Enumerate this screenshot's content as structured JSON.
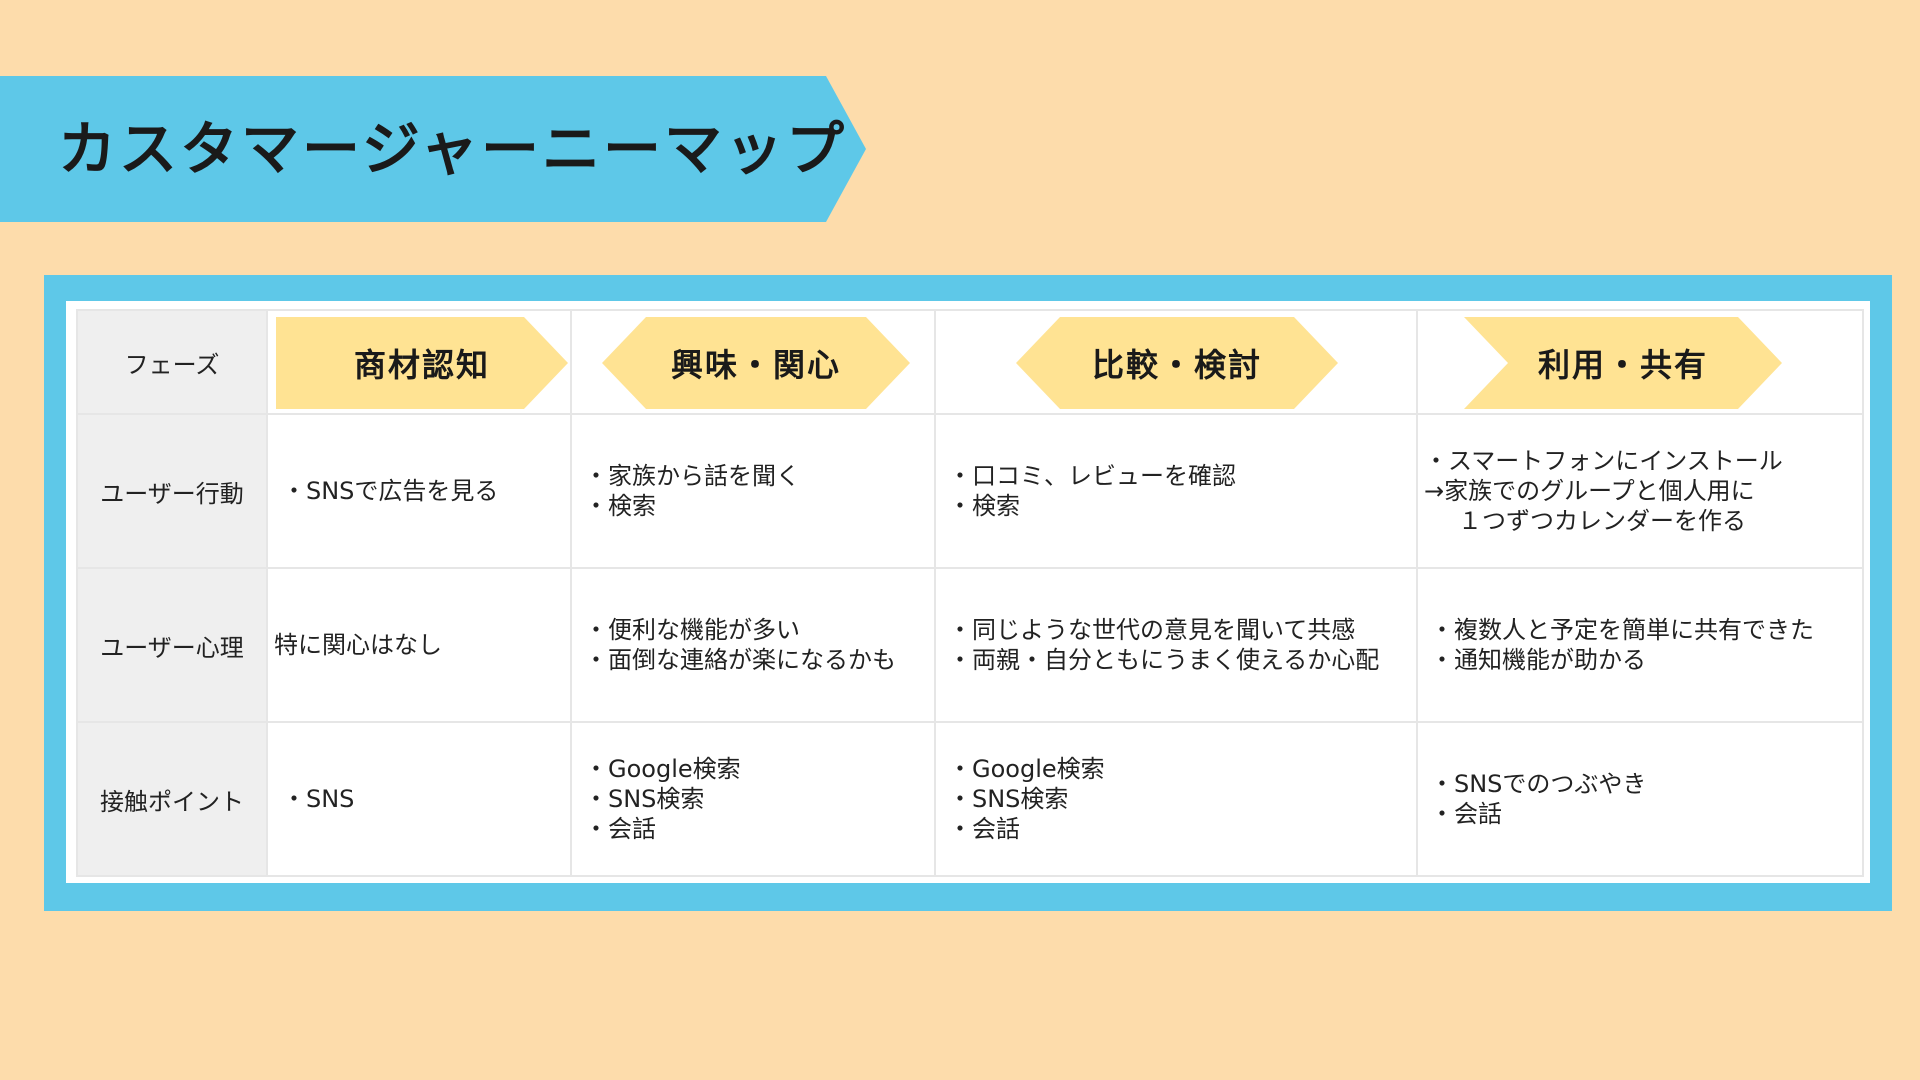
{
  "title": "カスタマージャーニーマップ",
  "phase_label": "フェーズ",
  "phases": [
    "商材認知",
    "興味・関心",
    "比較・検討",
    "利用・共有"
  ],
  "rows": [
    {
      "label": "ユーザー行動",
      "cells": [
        [
          "・SNSで広告を見る"
        ],
        [
          "・家族から話を聞く",
          "・検索"
        ],
        [
          "・口コミ、レビューを確認",
          "・検索"
        ],
        [
          "・スマートフォンにインストール",
          "→家族でのグループと個人用に",
          "１つずつカレンダーを作る"
        ]
      ]
    },
    {
      "label": "ユーザー心理",
      "cells": [
        [
          "特に関心はなし"
        ],
        [
          "・便利な機能が多い",
          "・面倒な連絡が楽になるかも"
        ],
        [
          "・同じような世代の意見を聞いて共感",
          "・両親・自分ともにうまく使えるか心配"
        ],
        [
          "・複数人と予定を簡単に共有できた",
          "・通知機能が助かる"
        ]
      ]
    },
    {
      "label": "接触ポイント",
      "cells": [
        [
          "・SNS"
        ],
        [
          "・Google検索",
          "・SNS検索",
          "・会話"
        ],
        [
          "・Google検索",
          "・SNS検索",
          "・会話"
        ],
        [
          "・SNSでのつぶやき",
          "・会話"
        ]
      ]
    }
  ],
  "colors": {
    "background": "#fddcab",
    "banner": "#5ec8e8",
    "chevron": "#ffe393",
    "label_cell": "#efefef"
  }
}
